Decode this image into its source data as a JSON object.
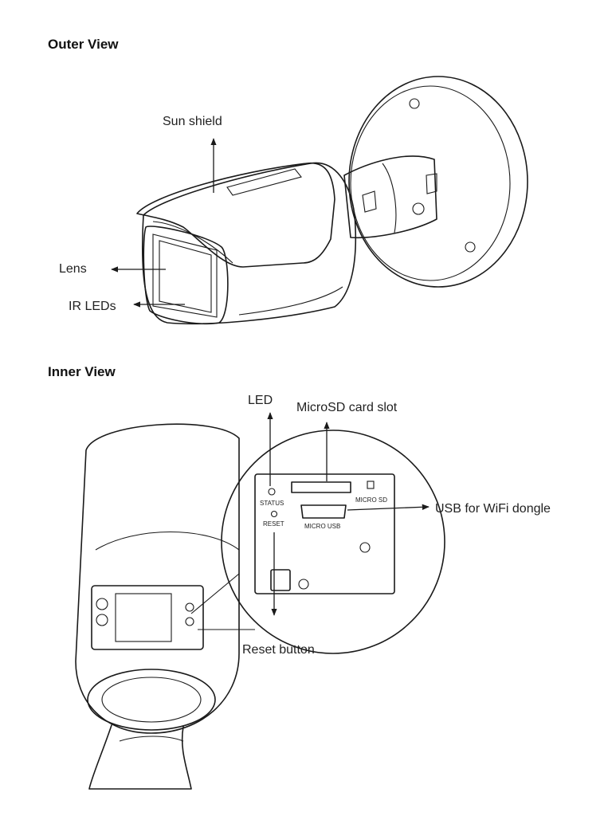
{
  "outer_view": {
    "heading": "Outer View",
    "callouts": {
      "sun_shield": "Sun shield",
      "lens": "Lens",
      "ir_leds": "IR LEDs"
    }
  },
  "inner_view": {
    "heading": "Inner View",
    "callouts": {
      "led": "LED",
      "microsd_slot": "MicroSD card slot",
      "usb_wifi": "USB for WiFi dongle",
      "reset_button": "Reset button"
    },
    "board_labels": {
      "status": "STATUS",
      "reset": "RESET",
      "micro_sd": "MICRO SD",
      "micro_usb": "MICRO USB"
    }
  }
}
